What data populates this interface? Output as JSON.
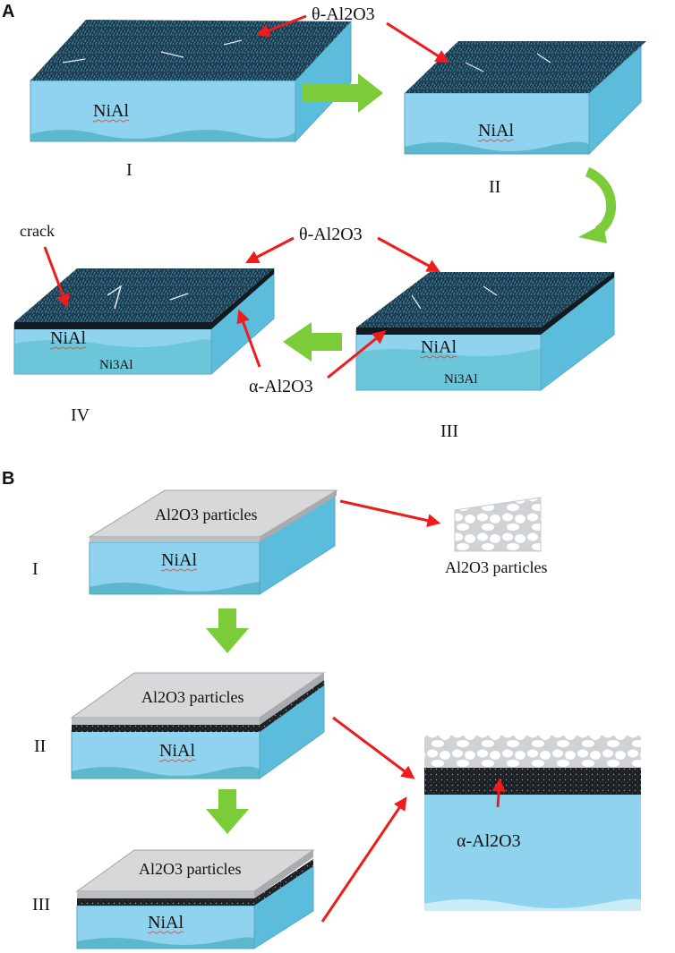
{
  "panels": {
    "a": {
      "letter": "A",
      "stage_labels": [
        "I",
        "II",
        "III",
        "IV"
      ],
      "material_nial": "NiAl",
      "material_ni3al": "Ni3Al",
      "theta_alumina": "θ-Al2O3",
      "alpha_alumina": "α-Al2O3",
      "crack_label": "crack"
    },
    "b": {
      "letter": "B",
      "stage_labels": [
        "I",
        "II",
        "III"
      ],
      "material_nial": "NiAl",
      "particles_label": "Al2O3 particles",
      "alpha_alumina": "α-Al2O3"
    }
  },
  "colors": {
    "substrate_top": "#8fd3ee",
    "substrate_side": "#5bbcdc",
    "substrate_wave": "#3aa9b8",
    "oxide_dark": "#1f3f52",
    "oxide_blue": "#2f6f8f",
    "coating_gray": "#d7d8d9",
    "arrow_red": "#ee1c1c",
    "arrow_green": "#7ccc3a"
  }
}
